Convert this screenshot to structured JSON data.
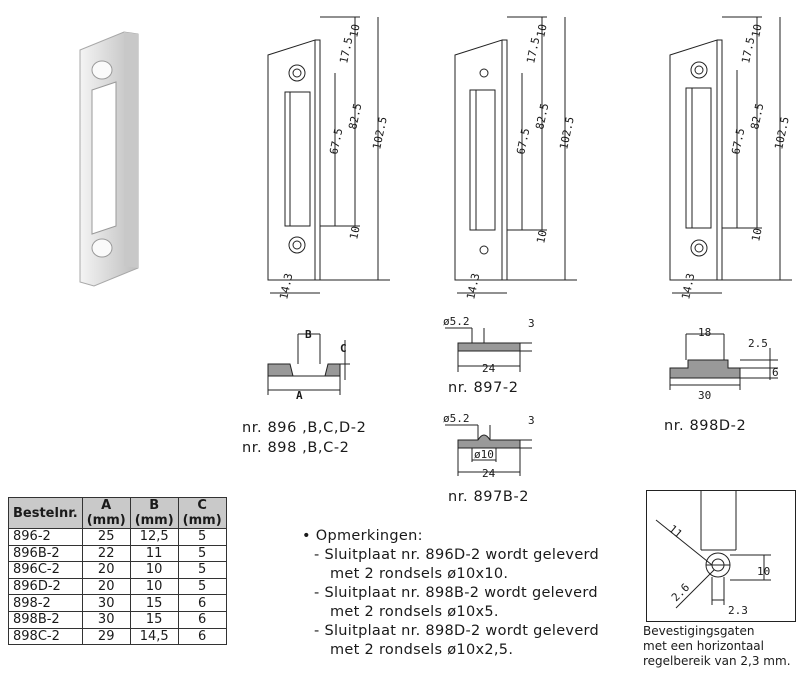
{
  "captions": {
    "c896": "nr. 896 ,B,C,D-2",
    "c898": "nr. 898 ,B,C-2",
    "c897": "nr. 897-2",
    "c897b": "nr. 897B-2",
    "c898d": "nr. 898D-2"
  },
  "drawing_labels": {
    "d10": "10",
    "d17_5": "17.5",
    "d82_5": "82.5",
    "d67_5": "67.5",
    "d102_5": "102.5",
    "d14_3": "14.3",
    "B": "B",
    "C": "C",
    "A": "A",
    "phi5_2": "ø5.2",
    "d3": "3",
    "d24": "24",
    "phi10": "ø10",
    "d18": "18",
    "d2_5": "2.5",
    "d6": "6",
    "d30": "30",
    "d11": "11",
    "d2_6": "2.6",
    "d2_3": "2.3"
  },
  "table": {
    "headers": [
      {
        "line1": "Bestelnr.",
        "line2": ""
      },
      {
        "line1": "A",
        "line2": "(mm)"
      },
      {
        "line1": "B",
        "line2": "(mm)"
      },
      {
        "line1": "C",
        "line2": "(mm)"
      }
    ],
    "rows": [
      [
        "896-2",
        "25",
        "12,5",
        "5"
      ],
      [
        "896B-2",
        "22",
        "11",
        "5"
      ],
      [
        "896C-2",
        "20",
        "10",
        "5"
      ],
      [
        "896D-2",
        "20",
        "10",
        "5"
      ],
      [
        "898-2",
        "30",
        "15",
        "6"
      ],
      [
        "898B-2",
        "30",
        "15",
        "6"
      ],
      [
        "898C-2",
        "29",
        "14,5",
        "6"
      ]
    ]
  },
  "notes": {
    "heading": "Opmerkingen:",
    "items": [
      {
        "line1": "- Sluitplaat nr. 896D-2 wordt geleverd",
        "line2": "met 2 rondsels ø10x10."
      },
      {
        "line1": "- Sluitplaat nr. 898B-2 wordt geleverd",
        "line2": "met 2 rondsels ø10x5."
      },
      {
        "line1": "- Sluitplaat nr. 898D-2 wordt geleverd",
        "line2": "met 2 rondsels ø10x2,5."
      }
    ]
  },
  "detail_caption": [
    "Bevestigingsgaten",
    "met een horizontaal",
    "regelbereik van 2,3 mm."
  ]
}
